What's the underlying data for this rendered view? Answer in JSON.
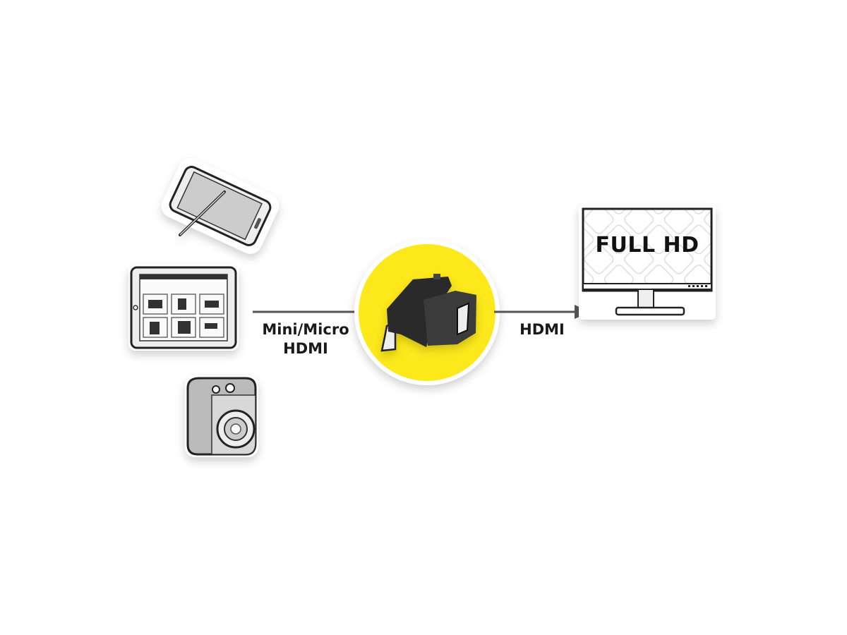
{
  "diagram": {
    "sources": [
      {
        "name": "smartphone-with-stylus"
      },
      {
        "name": "tablet"
      },
      {
        "name": "action-camera"
      }
    ],
    "input_label_line1": "Mini/Micro",
    "input_label_line2": "HDMI",
    "output_label": "HDMI",
    "monitor_text": "FULL HD",
    "adapter": "hdmi-adapter",
    "colors": {
      "highlight_circle": "#fde81c",
      "arrow": "#555555",
      "device_sketch": "#222222"
    }
  }
}
